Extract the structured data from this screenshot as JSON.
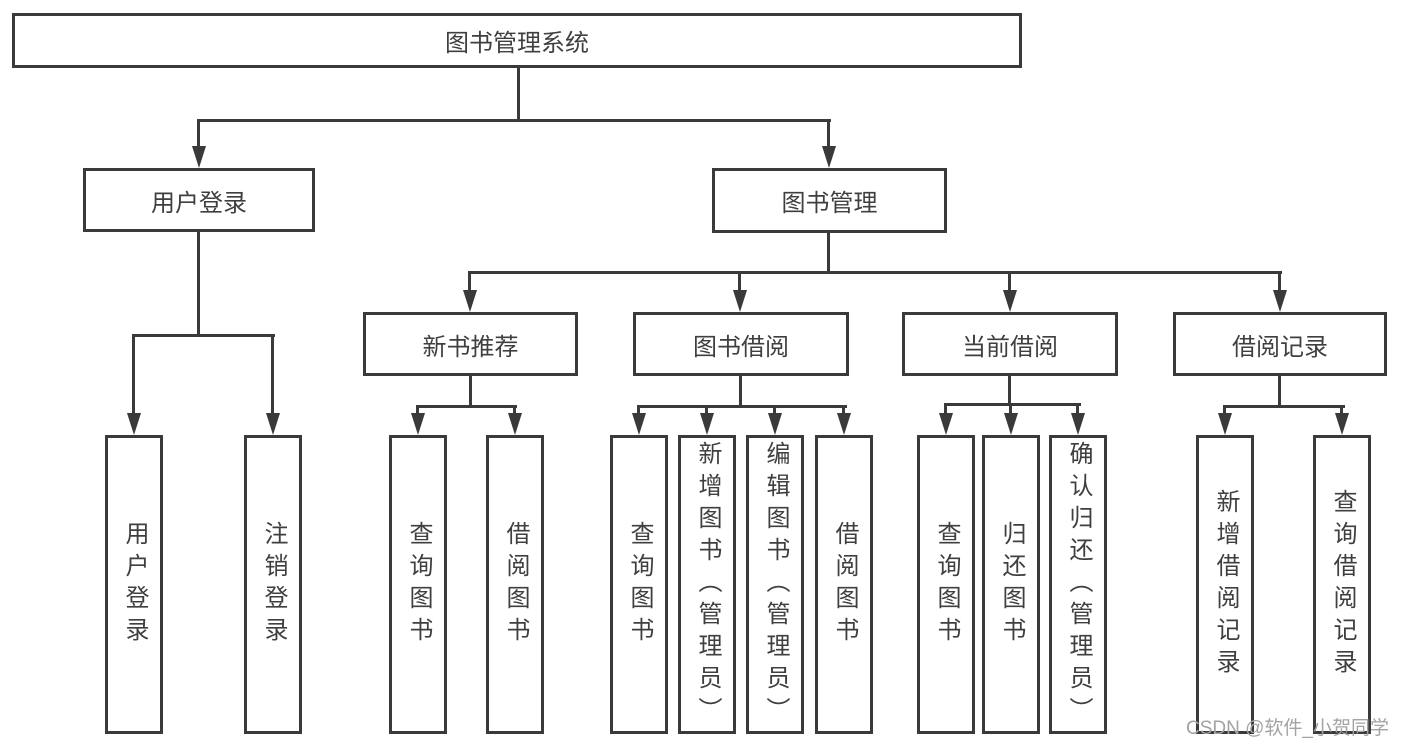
{
  "nodes": {
    "root": "图书管理系统",
    "user_login": "用户登录",
    "book_mgmt": "图书管理",
    "new_book_rec": "新书推荐",
    "book_borrow": "图书借阅",
    "current_borrow": "当前借阅",
    "borrow_record": "借阅记录",
    "leaf_user_login": "用户登录",
    "leaf_logout": "注销登录",
    "nbr_query_book": "查询图书",
    "nbr_borrow_book": "借阅图书",
    "bb_query_book": "查询图书",
    "bb_add_book": "新增图书（管理员）",
    "bb_edit_book": "编辑图书（管理员）",
    "bb_borrow_book": "借阅图书",
    "cb_query_book": "查询图书",
    "cb_return_book": "归还图书",
    "cb_confirm_return": "确认归还（管理员）",
    "br_add_record": "新增借阅记录",
    "br_query_record": "查询借阅记录"
  },
  "watermark": "CSDN @软件_小贺同学",
  "colors": {
    "line": "#3a3a3a",
    "text": "#3f3f3f",
    "watermark": "#a3a3a3",
    "background": "#ffffff"
  }
}
